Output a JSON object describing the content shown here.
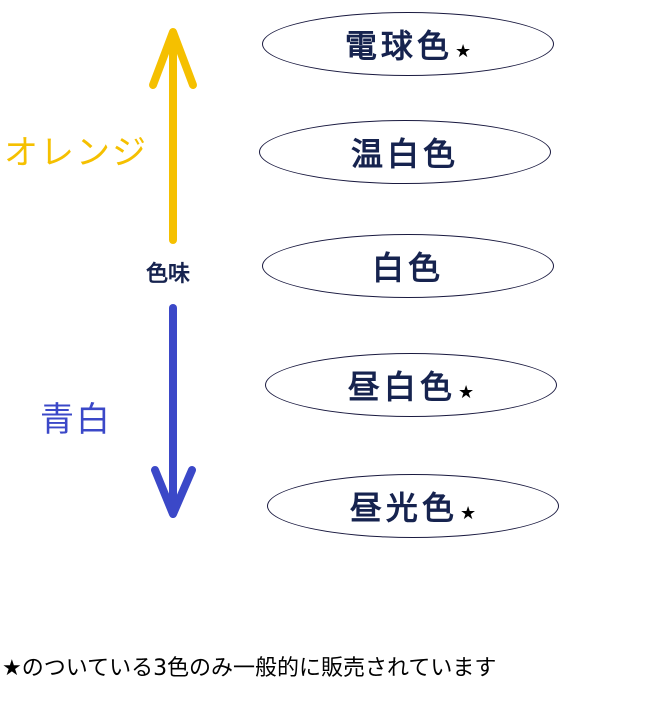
{
  "axis": {
    "center_label": "色味",
    "warm_label": "オレンジ",
    "cool_label": "青白",
    "warm_color": "#f5c000",
    "cool_color": "#3b48c8"
  },
  "colors": {
    "ellipse_border": "#1a1a40",
    "label_text": "#16234f",
    "star": "#000000"
  },
  "color_types": [
    {
      "label": "電球色",
      "starred": true
    },
    {
      "label": "温白色",
      "starred": false
    },
    {
      "label": "白色",
      "starred": false
    },
    {
      "label": "昼白色",
      "starred": true
    },
    {
      "label": "昼光色",
      "starred": true
    }
  ],
  "star_symbol": "★",
  "footnote": "★のついている3色のみ一般的に販売されています"
}
